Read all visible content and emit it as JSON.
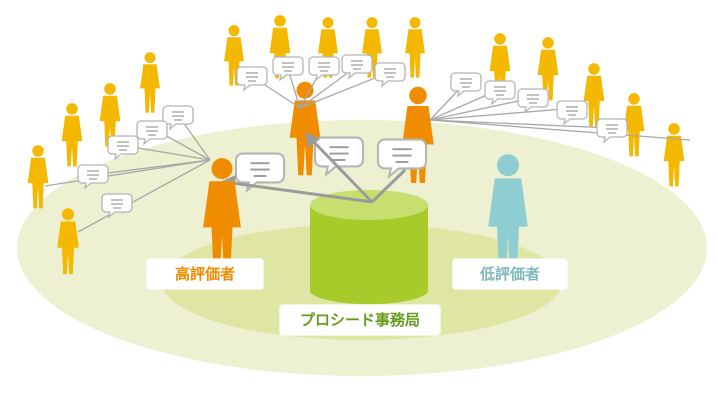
{
  "labels": {
    "high_rated": "高評価者",
    "low_rated": "低評価者",
    "office": "プロシード事務局"
  },
  "colors": {
    "evaluator": "#f5b800",
    "high_rated": "#f08c00",
    "low_rated": "#8ecdd1",
    "office_cylinder": "#a6cb2a",
    "outer_ring": "#eef0d0",
    "inner_ring": "#dde49e",
    "line": "#a9a9a9",
    "arrow": "#999999",
    "label_orange": "#f08c00",
    "label_teal": "#7fb8bd",
    "label_green": "#6a9a1f"
  },
  "icons": {
    "speech_bubble": "speech-bubble-icon",
    "person": "person-silhouette-icon",
    "database": "database-cylinder-icon"
  }
}
